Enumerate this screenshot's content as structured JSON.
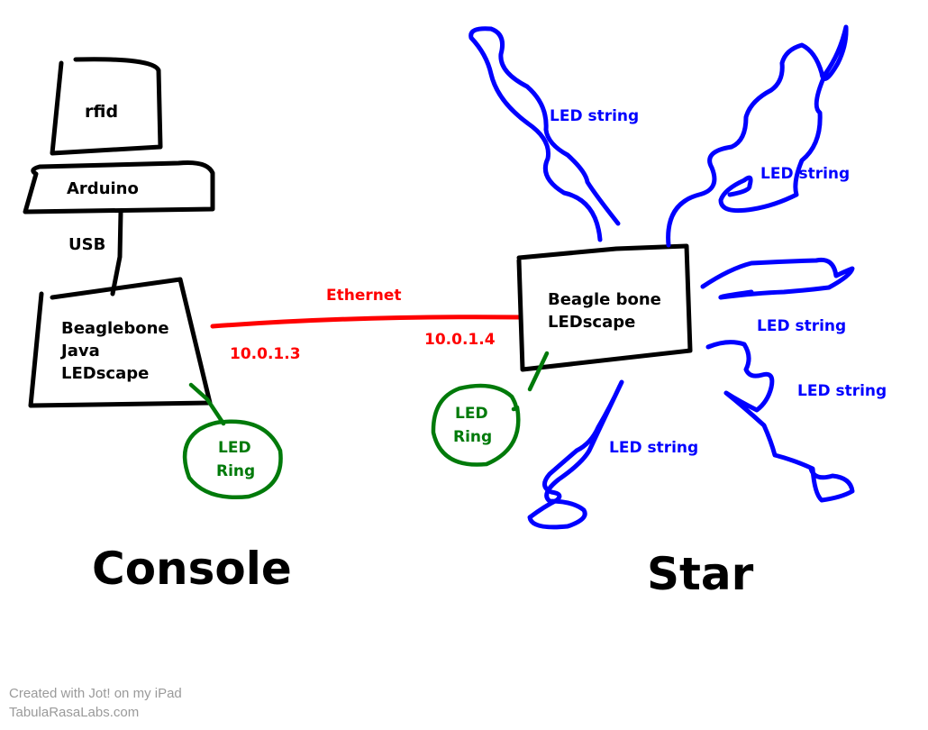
{
  "colors": {
    "ink": "#000000",
    "ethernet": "#ff0000",
    "led_ring": "#007a0a",
    "led_string": "#0000ff",
    "footer": "#9a9a9a"
  },
  "console": {
    "title": "Console",
    "rfid_label": "rfid",
    "arduino_label": "Arduino",
    "usb_label": "USB",
    "beaglebone_lines": [
      "Beaglebone",
      "Java",
      "LEDscape"
    ],
    "ring_lines": [
      "LED",
      "Ring"
    ],
    "ip": "10.0.1.3"
  },
  "ethernet": {
    "label": "Ethernet"
  },
  "star": {
    "title": "Star",
    "beaglebone_lines": [
      "Beagle bone",
      "LEDscape"
    ],
    "ring_lines": [
      "LED",
      "Ring"
    ],
    "ip": "10.0.1.4",
    "led_string_labels": [
      "LED string",
      "LED string",
      "LED string",
      "LED string",
      "LED string"
    ]
  },
  "footer": {
    "line1": "Created with Jot! on my iPad",
    "line2": "TabulaRasaLabs.com"
  }
}
